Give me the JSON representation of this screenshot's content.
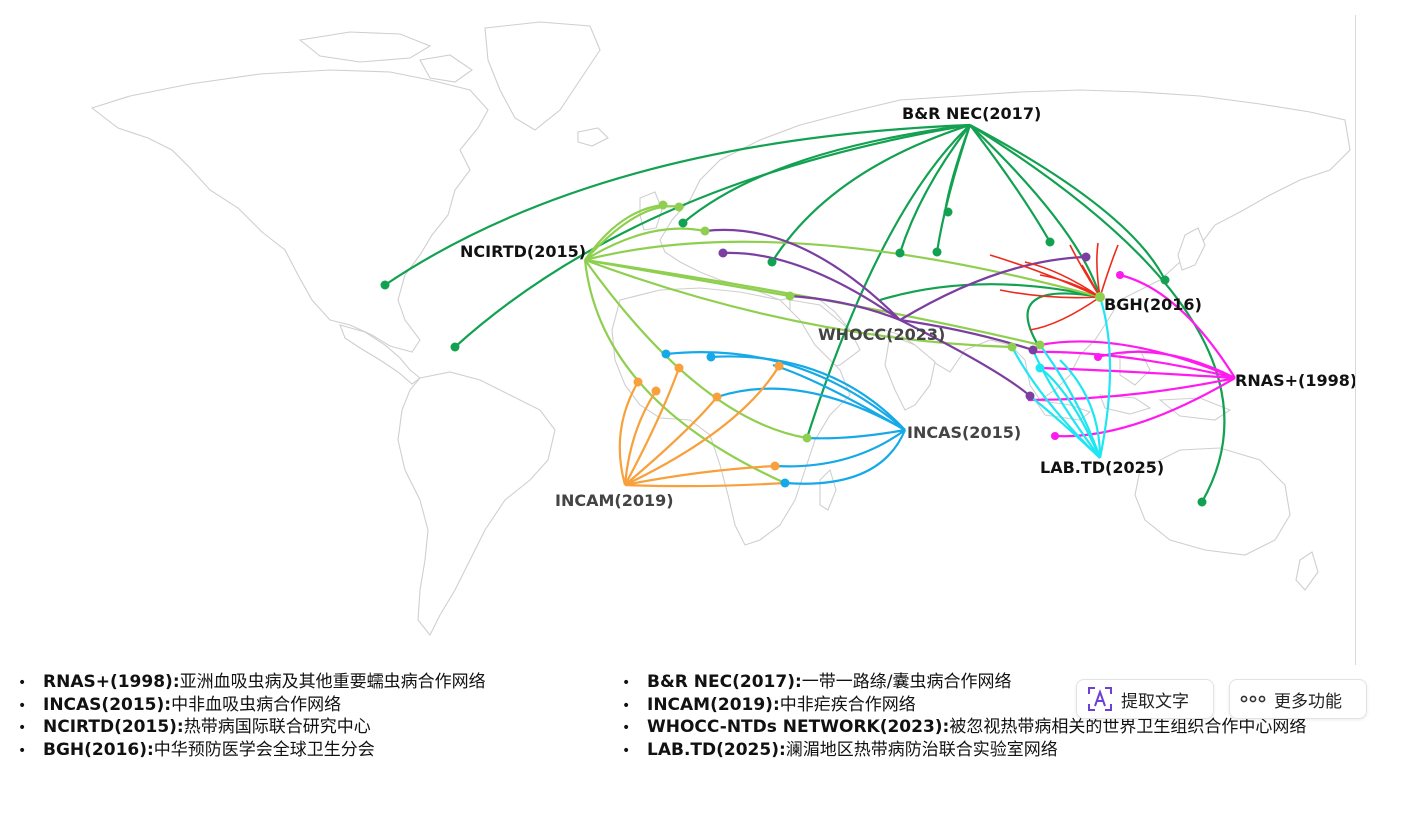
{
  "hubs": {
    "brnec": {
      "label": "B&R NEC(2017)",
      "color": "#12a150"
    },
    "ncirtd": {
      "label": "NCIRTD(2015)",
      "color": "#8fcf4f"
    },
    "bgh": {
      "label": "BGH(2016)",
      "color": "#ee2a1c"
    },
    "whocc": {
      "label": "WHOCC(2023)",
      "color": "#7b3fa0"
    },
    "rnas": {
      "label": "RNAS+(1998)",
      "color": "#ff1bf0"
    },
    "incas": {
      "label": "INCAS(2015)",
      "color": "#16a9e8"
    },
    "incam": {
      "label": "INCAM(2019)",
      "color": "#f7a03c"
    },
    "labtd": {
      "label": "LAB.TD(2025)",
      "color": "#1ee6f2"
    }
  },
  "legend": {
    "bullet": "•",
    "left": [
      {
        "abbr": "RNAS+(1998):",
        "desc": " 亚洲血吸虫病及其他重要蠕虫病合作网络"
      },
      {
        "abbr": "INCAS(2015):",
        "desc": " 中非血吸虫病合作网络"
      },
      {
        "abbr": "NCIRTD(2015):",
        "desc": " 热带病国际联合研究中心"
      },
      {
        "abbr": "BGH(2016):",
        "desc": " 中华预防医学会全球卫生分会"
      }
    ],
    "right": [
      {
        "abbr": "B&R NEC(2017):",
        "desc": " 一带一路绦/囊虫病合作网络"
      },
      {
        "abbr": "INCAM(2019):",
        "desc": "中非疟疾合作网络"
      },
      {
        "abbr": "WHOCC-NTDs NETWORK(2023):",
        "desc": " 被忽视热带病相关的世界卫生组织合作中心网络"
      },
      {
        "abbr": "LAB.TD(2025):",
        "desc": "澜湄地区热带病防治联合实验室网络"
      }
    ]
  },
  "toolbar": {
    "extract_text_label": "提取文字",
    "more_label": "更多功能"
  }
}
